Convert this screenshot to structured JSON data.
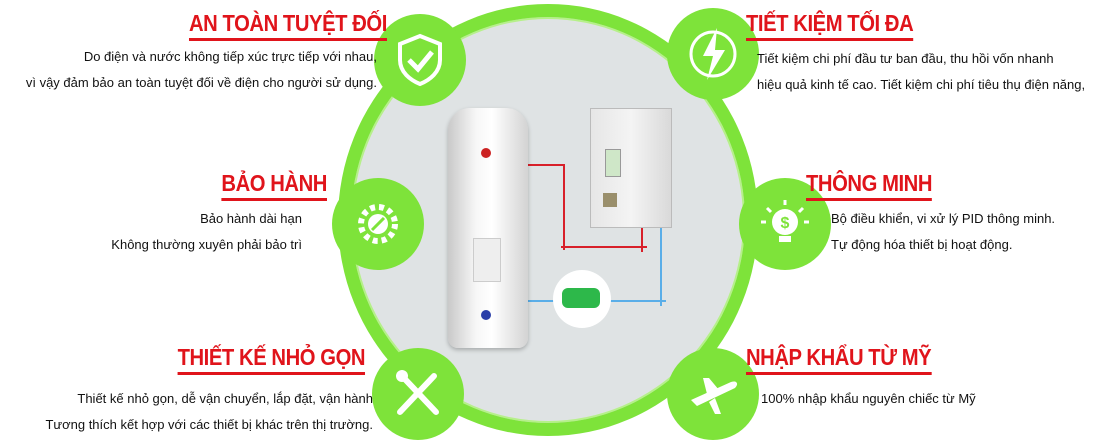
{
  "features": {
    "safety": {
      "title": "AN TOÀN TUYỆT ĐỐI",
      "lines": [
        "Do điện và nước không tiếp xúc trực tiếp với nhau,",
        "vì vậy đảm bảo an toàn tuyệt đối về điện cho người sử dụng."
      ],
      "icon": "shield-check-icon"
    },
    "warranty": {
      "title": "BẢO HÀNH",
      "lines": [
        "Bảo hành dài hạn",
        "Không thường xuyên phải bảo trì"
      ],
      "icon": "gear-badge-icon"
    },
    "compact": {
      "title": "THIẾT KẾ NHỎ GỌN",
      "lines": [
        "Thiết kế nhỏ gọn, dễ vận chuyển, lắp đặt, vận hành",
        "Tương thích kết hợp với các thiết bị khác trên thị trường."
      ],
      "icon": "wrench-screwdriver-icon"
    },
    "saving": {
      "title": "TIẾT KIỆM TỐI ĐA",
      "lines": [
        "Tiết kiệm chi phí đầu tư ban đầu, thu hồi vốn nhanh",
        "hiệu quả kinh tế cao. Tiết kiệm chi phí tiêu thụ điện năng,"
      ],
      "icon": "lightning-icon"
    },
    "smart": {
      "title": "THÔNG MINH",
      "lines": [
        "Bộ điều khiển, vi xử lý PID thông minh.",
        "Tự động hóa thiết bị hoạt động."
      ],
      "icon": "lightbulb-dollar-icon"
    },
    "import": {
      "title": "NHẬP KHẨU TỪ MỸ",
      "lines": [
        "100% nhập khẩu nguyên chiếc từ Mỹ"
      ],
      "icon": "airplane-icon"
    }
  },
  "colors": {
    "accent_green": "#7ee33a",
    "title_red": "#e0141b"
  }
}
